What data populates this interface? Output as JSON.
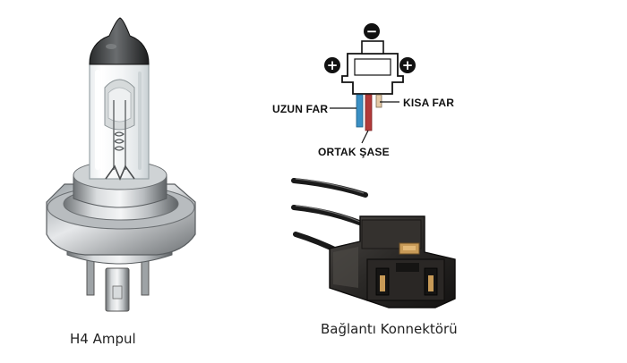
{
  "bulb": {
    "caption": "H4 Ampul"
  },
  "connector": {
    "caption": "Bağlantı Konnektörü"
  },
  "pinout": {
    "minus_sign": "−",
    "plus_sign_left": "+",
    "plus_sign_right": "+",
    "label_high_beam": "UZUN FAR",
    "label_low_beam": "KISA FAR",
    "label_ground": "ORTAK ŞASE",
    "wire_colors": {
      "high_beam": "#3a8fc4",
      "low_beam": "#b33a3a",
      "ground": "#555555"
    }
  }
}
